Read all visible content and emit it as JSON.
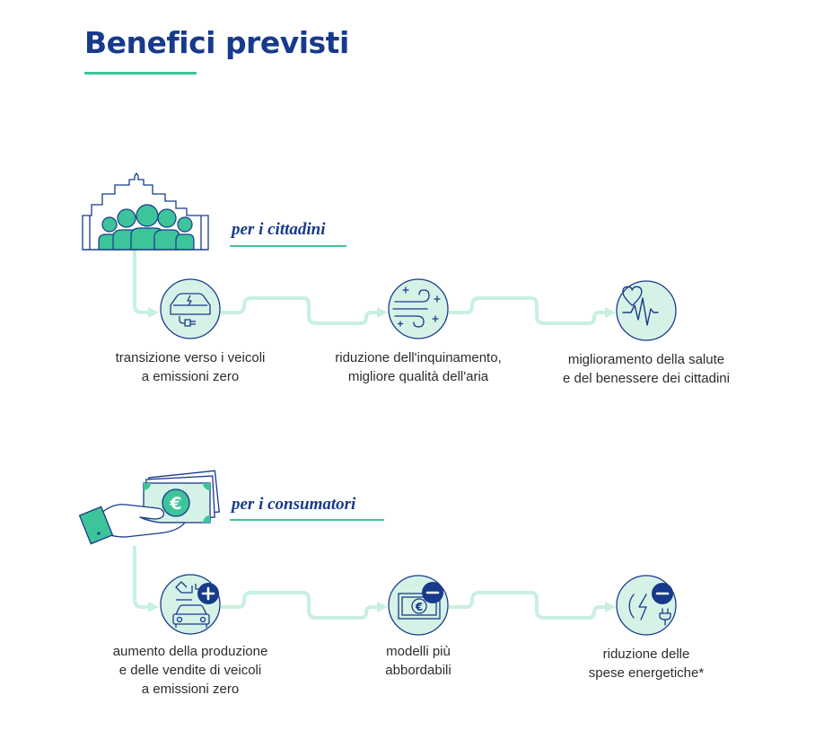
{
  "title": "Benefici previsti",
  "colors": {
    "navy": "#183a8c",
    "accent_green": "#3dc49b",
    "circle_fill": "#d6f2e6",
    "connector": "#c8f0de"
  },
  "sections": [
    {
      "label": "per i cittadini",
      "icon": "people-city-icon",
      "steps": [
        {
          "icon": "electric-car-icon",
          "lines": [
            "transizione verso i veicoli",
            "a emissioni zero"
          ]
        },
        {
          "icon": "clean-air-icon",
          "lines": [
            "riduzione dell'inquinamento,",
            "migliore qualità dell'aria"
          ]
        },
        {
          "icon": "health-heart-icon",
          "lines": [
            "miglioramento della salute",
            "e del benessere dei cittadini"
          ]
        }
      ]
    },
    {
      "label": "per i consumatori",
      "icon": "hand-money-icon",
      "steps": [
        {
          "icon": "car-production-plus-icon",
          "lines": [
            "aumento della produzione",
            "e delle vendite di veicoli",
            "a emissioni zero"
          ]
        },
        {
          "icon": "money-minus-icon",
          "lines": [
            "modelli più",
            "abbordabili"
          ]
        },
        {
          "icon": "energy-minus-icon",
          "lines": [
            "riduzione delle",
            "spese energetiche*"
          ]
        }
      ]
    }
  ]
}
